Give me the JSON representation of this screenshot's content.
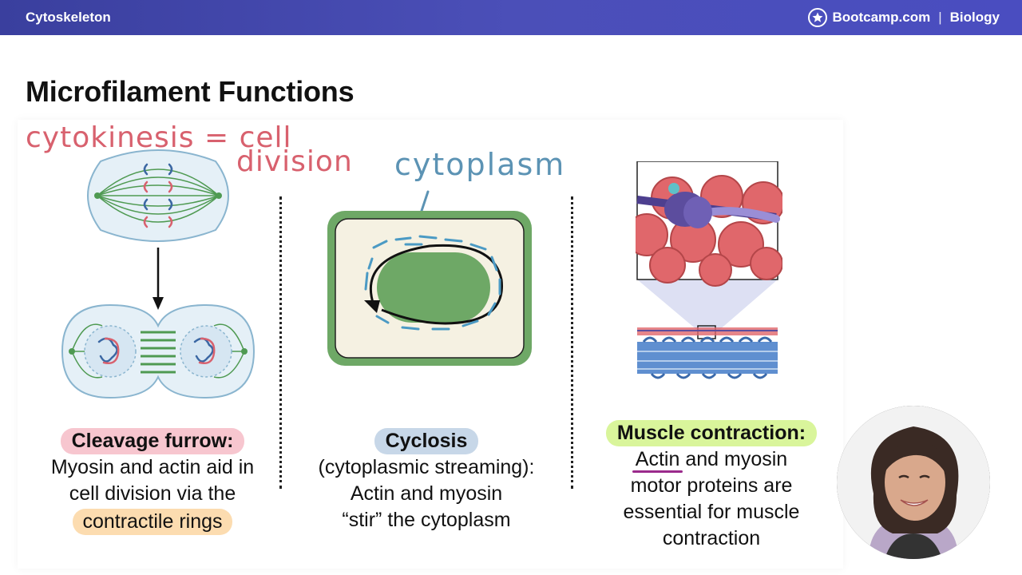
{
  "header": {
    "section": "Cytoskeleton",
    "brand": "Bootcamp.com",
    "subject": "Biology",
    "bar_color": "#4349b0"
  },
  "slide": {
    "title": "Microfilament Functions",
    "annotations": {
      "cytokinesis_line1": "cytokinesis = cell",
      "cytokinesis_line2": "division",
      "cytoplasm": "cytoplasm"
    },
    "columns": [
      {
        "heading": "Cleavage furrow:",
        "line1": "Myosin and actin aid in",
        "line2": "cell division via the",
        "highlight": "contractile rings",
        "heading_color": "#f7c6cf"
      },
      {
        "heading": "Cyclosis",
        "line1": "(cytoplasmic streaming):",
        "line2": "Actin and myosin",
        "line3": "“stir” the cytoplasm",
        "heading_color": "#c7d7e8"
      },
      {
        "heading": "Muscle contraction:",
        "underlined": "Actin",
        "line1_rest": " and myosin",
        "line2": "motor proteins are",
        "line3": "essential for muscle",
        "line4": "contraction",
        "heading_color": "#d9f59b"
      }
    ]
  },
  "icons": {
    "brand": "bootcamp-star-icon",
    "webcam": "presenter-webcam"
  }
}
